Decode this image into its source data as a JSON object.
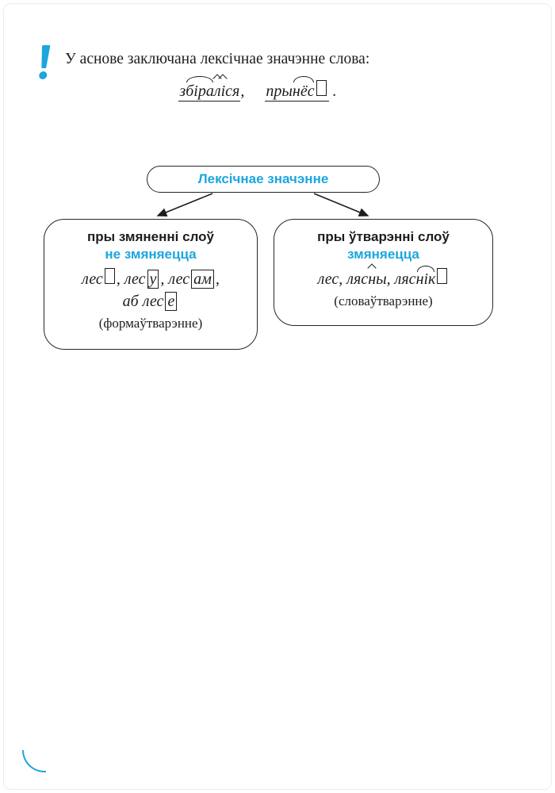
{
  "colors": {
    "accent": "#1ba6de",
    "ink": "#1d1d1d"
  },
  "note": {
    "icon": "exclamation-icon",
    "text": "У аснове заключана лексічнае значэнне слова:",
    "example1": {
      "word": "збіраліся",
      "segments": [
        {
          "t": "з"
        },
        {
          "t": "біра",
          "deco": "arc"
        },
        {
          "t": "л",
          "deco": "caret"
        },
        {
          "t": "і",
          "deco": "caret"
        },
        {
          "t": "ся"
        }
      ]
    },
    "separator": ",",
    "example2": {
      "word": "прынёс",
      "segments": [
        {
          "t": "пры"
        },
        {
          "t": "нёс",
          "deco": "arc"
        },
        {
          "t": "",
          "deco": "box"
        }
      ]
    },
    "period": "."
  },
  "diagram": {
    "root": "Лексічнае значэнне",
    "left": {
      "title": "пры змяненні слоў",
      "subtitle": "не змяняецца",
      "line1": [
        {
          "t": "лес"
        },
        {
          "t": "",
          "deco": "box"
        },
        {
          "t": ", лес"
        },
        {
          "t": "у",
          "deco": "box"
        },
        {
          "t": ", лес"
        },
        {
          "t": "ам",
          "deco": "box"
        },
        {
          "t": ","
        }
      ],
      "line2": [
        {
          "t": "аб лес"
        },
        {
          "t": "е",
          "deco": "box"
        }
      ],
      "caption": "(формаўтварэнне)"
    },
    "right": {
      "title": "пры ўтварэнні слоў",
      "subtitle": "змяняецца",
      "line1": [
        {
          "t": "лес, ляс"
        },
        {
          "t": "н",
          "deco": "caret"
        },
        {
          "t": "ы, ляс"
        },
        {
          "t": "нік",
          "deco": "arc"
        },
        {
          "t": "",
          "deco": "box"
        }
      ],
      "caption": "(словаўтварэнне)"
    }
  }
}
